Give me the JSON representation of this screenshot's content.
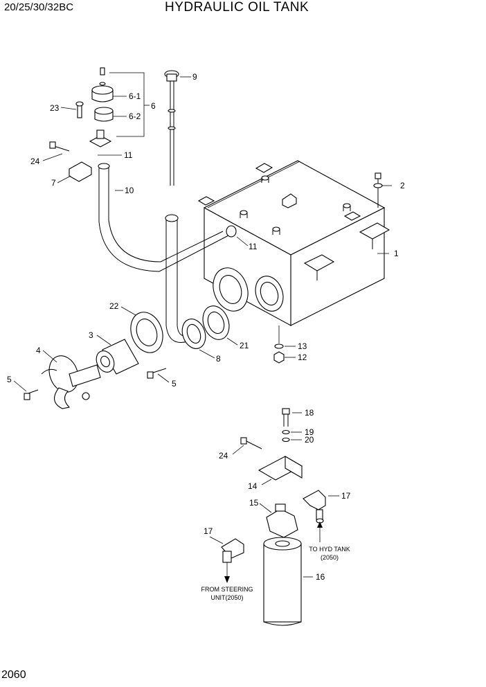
{
  "header": {
    "model": "20/25/30/32BC",
    "title": "HYDRAULIC OIL TANK"
  },
  "page_number": "2060",
  "callouts": {
    "c1": "1",
    "c2": "2",
    "c3": "3",
    "c4": "4",
    "c5a": "5",
    "c5b": "5",
    "c6": "6",
    "c6_1": "6-1",
    "c6_2": "6-2",
    "c7": "7",
    "c8": "8",
    "c9": "9",
    "c10": "10",
    "c11a": "11",
    "c11b": "11",
    "c12": "12",
    "c13": "13",
    "c14": "14",
    "c15": "15",
    "c16": "16",
    "c17a": "17",
    "c17b": "17",
    "c18": "18",
    "c19": "19",
    "c20": "20",
    "c21": "21",
    "c22": "22",
    "c23": "23",
    "c24a": "24",
    "c24b": "24"
  },
  "notes": {
    "to_hyd_tank_line1": "TO HYD TANK",
    "to_hyd_tank_line2": "(2050)",
    "from_steering_line1": "FROM STEERING",
    "from_steering_line2": "UNIT(2050)"
  }
}
